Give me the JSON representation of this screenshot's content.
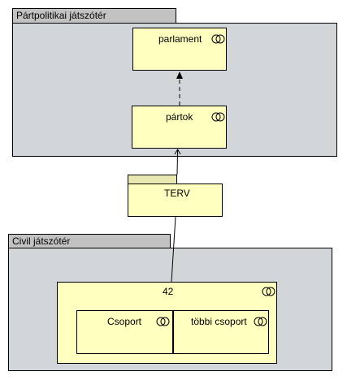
{
  "groups": {
    "party": {
      "title": "Pártpolitikai játszótér"
    },
    "civil": {
      "title": "Civil játszótér"
    }
  },
  "nodes": {
    "parlament": {
      "label": "parlament",
      "icon": "collaboration-icon"
    },
    "partok": {
      "label": "pártok",
      "icon": "collaboration-icon"
    },
    "terv": {
      "label": "TERV",
      "icon": "package-icon"
    },
    "n42": {
      "label": "42",
      "icon": "collaboration-icon"
    },
    "csoport": {
      "label": "Csoport",
      "icon": "collaboration-icon"
    },
    "tobbi": {
      "label": "többi csoport",
      "icon": "collaboration-icon"
    }
  },
  "colors": {
    "group_fill": "#d3d6d8",
    "tab_fill": "#c2c2c2",
    "node_fill": "#ffffc0"
  },
  "connections": [
    {
      "from": "partok",
      "to": "parlament",
      "style": "dashed",
      "arrow": "filled"
    },
    {
      "from": "terv",
      "to": "partok",
      "style": "solid",
      "arrow": "open"
    },
    {
      "from": "n42",
      "to": "terv",
      "style": "solid",
      "arrow": "none"
    }
  ]
}
